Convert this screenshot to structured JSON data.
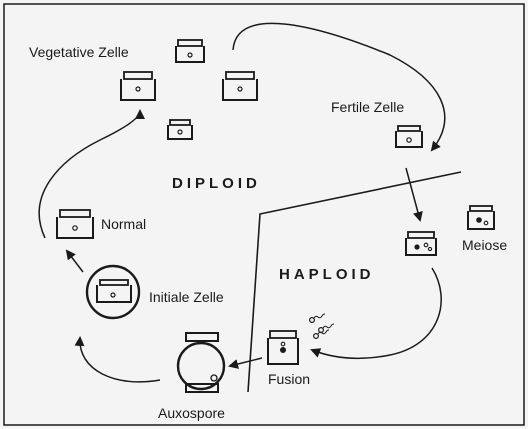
{
  "labels": {
    "vegetative": "Vegetative Zelle",
    "fertile": "Fertile Zelle",
    "normal": "Normal",
    "initiale": "Initiale Zelle",
    "meiose": "Meiose",
    "fusion": "Fusion",
    "auxospore": "Auxospore"
  },
  "phases": {
    "diploid": "DIPLOID",
    "haploid": "HAPLOID"
  },
  "colors": {
    "ink": "#1a1a1a",
    "background": "#f4f4f4"
  }
}
